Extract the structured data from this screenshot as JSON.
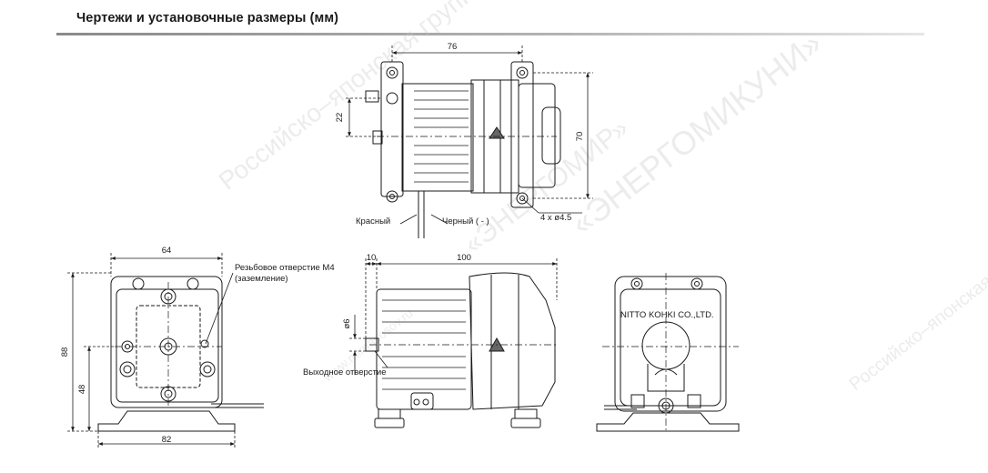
{
  "header": {
    "title": "Чертежи и установочные размеры (мм)"
  },
  "dimensions": {
    "top_width": "76",
    "top_hole_spacing": "22",
    "top_height": "70",
    "holes": "4 x ø4.5",
    "front_width": "64",
    "front_height": "88",
    "front_outlet_height": "48",
    "front_base_width": "82",
    "side_offset": "10",
    "side_length": "100",
    "outlet_diameter": "ø6"
  },
  "labels": {
    "wire_red": "Красный",
    "wire_black": "Черный ( - )",
    "thread_hole_line1": "Резьбовое отверстие М4",
    "thread_hole_line2": "(заземление)",
    "outlet_label": "Выходное отверстие",
    "nameplate": "NITTO KOHKI CO.,LTD."
  },
  "watermark": {
    "text_1": "www.mirnasosov.ru",
    "text_2": "Российско–японская группа",
    "text_3": "«ЭНЕРГОМИР»",
    "text_4": "«ЭНЕРГОМИКУНИ»",
    "color": "#c9c9c9"
  },
  "colors": {
    "line": "#1a1a1a",
    "dim_line": "#2a55c0",
    "outline": "#222222"
  }
}
